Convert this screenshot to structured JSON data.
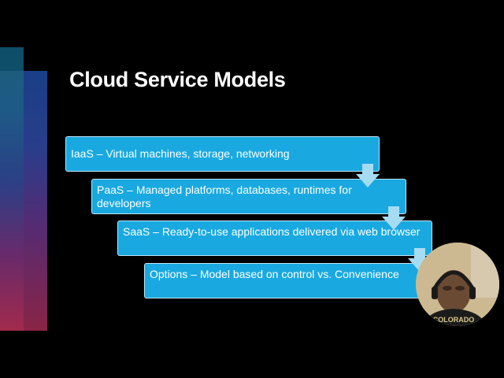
{
  "slide": {
    "title": "Cloud Service Models",
    "steps": [
      {
        "text": "IaaS – Virtual machines, storage, networking"
      },
      {
        "text": "PaaS – Managed platforms, databases, runtimes for developers"
      },
      {
        "text": "SaaS – Ready-to-use applications delivered via web browser"
      },
      {
        "text": "Options – Model based on control vs. Convenience"
      }
    ]
  },
  "colors": {
    "background": "#000000",
    "step_fill": "#19a9e0",
    "step_border": "#bfe6f7",
    "arrow_fill": "#a6dcf2"
  },
  "webcam": {
    "shirt_text": "COLORADO"
  }
}
